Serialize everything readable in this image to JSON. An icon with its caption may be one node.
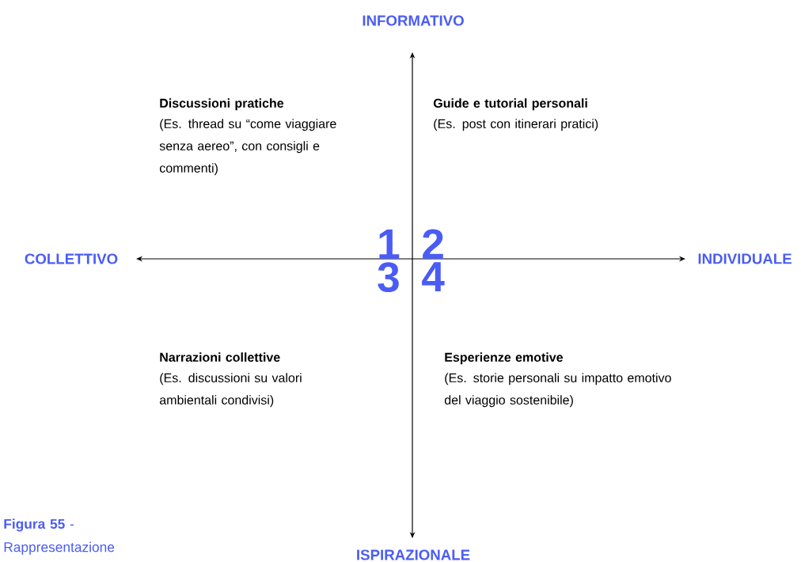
{
  "diagram": {
    "caption": "**Figura 55** - Rappresentazione",
    "labels": [
      "INFORMATIVO",
      "Discussioni pratiche",
      "(Es. thread su “come viaggiare senza aereo”, con consigli e commenti)",
      "Guide e tutorial personali",
      "(Es. post con itinerari pratici)",
      "1",
      "2",
      "COLLETTIVO",
      "INDIVIDUALE",
      "3",
      "4",
      "Narrazioni collettive",
      "(Es. discussioni su valori ambientali condivisi)",
      "Esperienze emotive",
      "(Es. storie personali su impatto emotivo del viaggio sostenibile)",
      "ISPIRAZIONALE"
    ]
  }
}
